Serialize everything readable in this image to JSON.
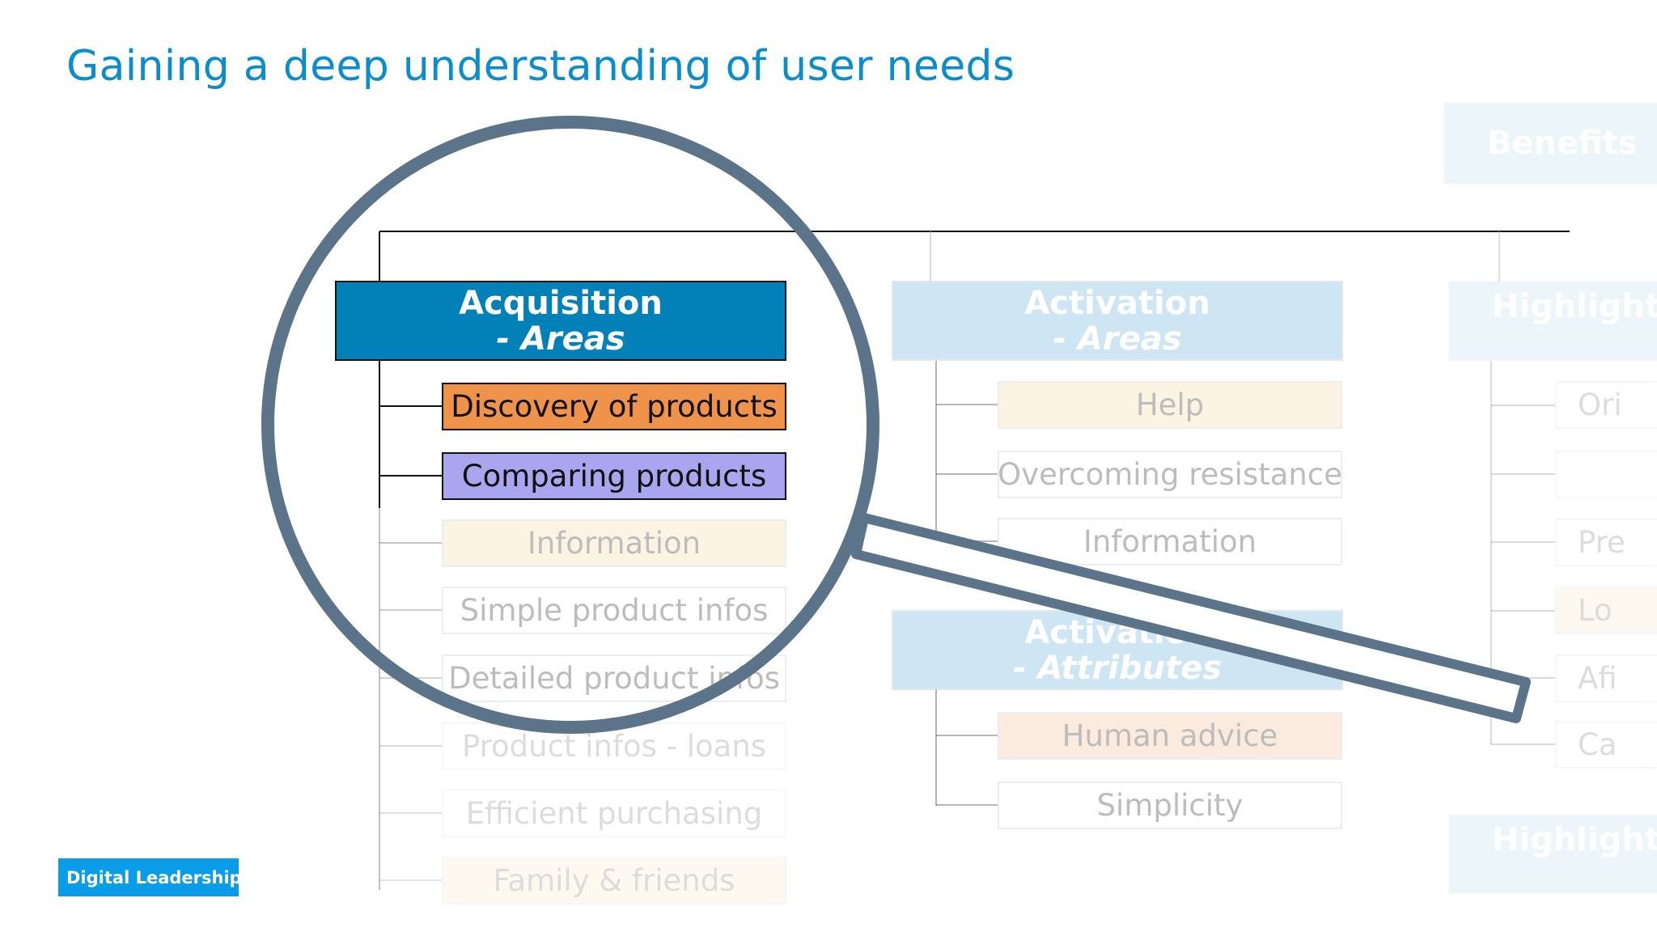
{
  "title": "Gaining a deep understanding of user needs",
  "footer_badge": "Digital Leadership",
  "acquisition": {
    "heading": "Acquisition",
    "subheading": "- Areas",
    "color": "#0281b8",
    "items": [
      {
        "label": "Discovery of products",
        "color": "#f0934a"
      },
      {
        "label": "Comparing products",
        "color": "#a9a6ef"
      },
      {
        "label": "Information",
        "color": "#f6d99c"
      },
      {
        "label": "Simple product infos",
        "color": "#ffffff"
      },
      {
        "label": "Detailed product infos",
        "color": "#ffffff"
      },
      {
        "label": "Product infos - loans",
        "color": "#ffffff"
      },
      {
        "label": "Efficient purchasing",
        "color": "#ffffff"
      },
      {
        "label": "Family & friends",
        "color": "#f6d99c"
      }
    ]
  },
  "activation_areas": {
    "heading": "Activation",
    "subheading": "- Areas",
    "color": "#7fc0e0",
    "items": [
      {
        "label": "Help",
        "color": "#f6d99c"
      },
      {
        "label": "Overcoming resistance",
        "color": "#ffffff"
      },
      {
        "label": "Information",
        "color": "#ffffff"
      }
    ]
  },
  "activation_attributes": {
    "heading": "Activation",
    "subheading": "- Attributes",
    "color": "#7fc0e0",
    "items": [
      {
        "label": "Human advice",
        "color": "#f4b98a"
      },
      {
        "label": "Simplicity",
        "color": "#ffffff"
      }
    ]
  },
  "right_column": {
    "top_label": "Benefits",
    "heading_1": "Highlights",
    "heading_2": "Highlights",
    "items": [
      "Ori",
      "",
      "Pre",
      "Lo",
      "Afi",
      "Ca"
    ]
  },
  "colors": {
    "title": "#0a8ccd",
    "badge": "#0a9ce6",
    "magnifier": "#5b7489"
  },
  "icons": {
    "magnifier": "magnifying-glass-icon"
  }
}
